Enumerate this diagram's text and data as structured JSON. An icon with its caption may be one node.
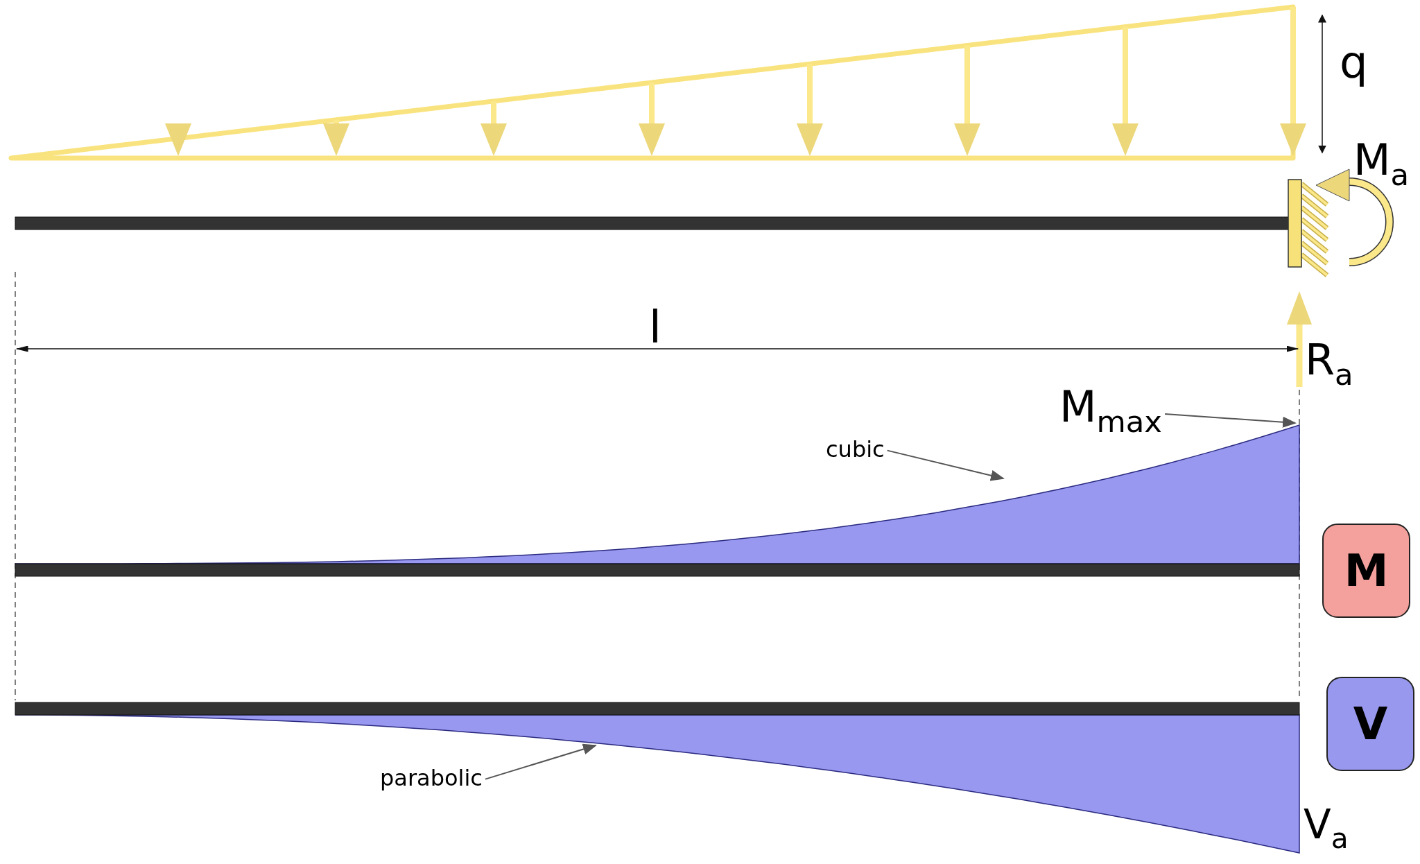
{
  "diagram": {
    "nodes": [
      {
        "text": [
          "M$_{max}$"
        ]
      },
      {
        "text": [
          "cubic"
        ]
      },
      {
        "text": [
          "parabolic"
        ]
      },
      {
        "text": [
          "M"
        ]
      },
      {
        "text": [
          "V"
        ]
      },
      {
        "text": [],
        "shape": "area"
      },
      {
        "text": [],
        "shape": "area"
      }
    ],
    "edges": [
      {
        "from": 0,
        "to": 5,
        "arrow": "to"
      },
      {
        "from": 1,
        "to": 5,
        "arrow": "to"
      },
      {
        "from": 2,
        "to": 6,
        "arrow": "to"
      }
    ],
    "labels": [
      "q",
      "M$_{a}$",
      "l",
      "R$_{a}$",
      "V$_{a}$"
    ]
  }
}
